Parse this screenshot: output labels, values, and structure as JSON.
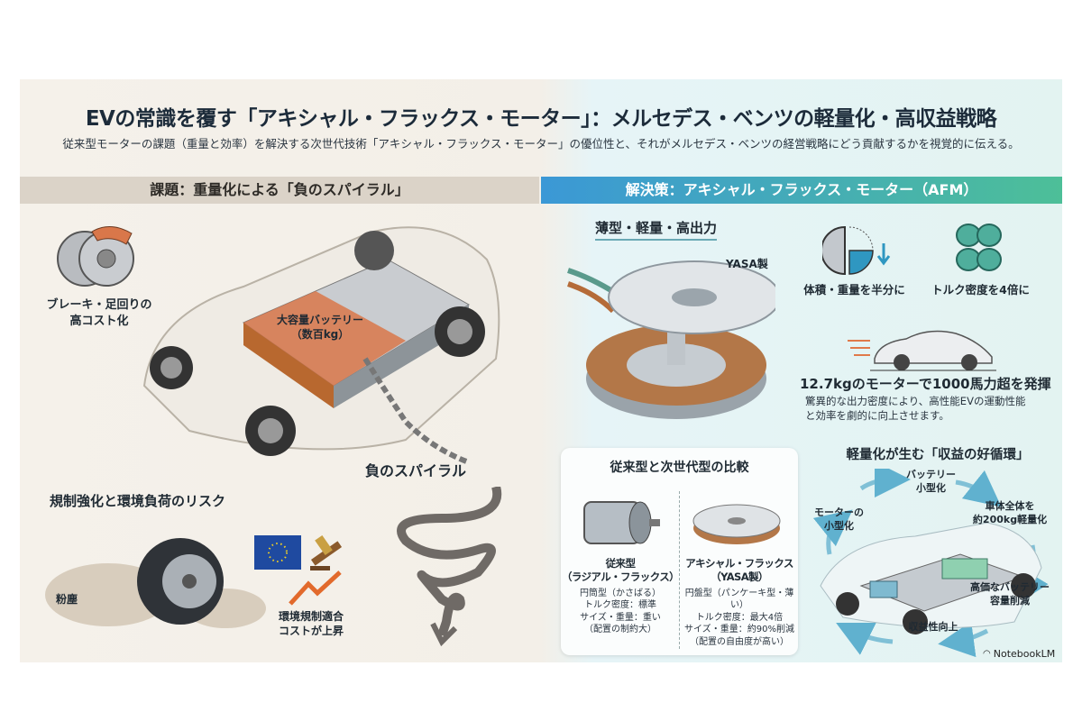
{
  "title": "EVの常識を覆す「アキシャル・フラックス・モーター」：メルセデス・ベンツの軽量化・高収益戦略",
  "subtitle": "従来型モーターの課題（重量と効率）を解決する次世代技術「アキシャル・フラックス・モーター」の優位性と、それがメルセデス・ベンツの経営戦略にどう貢献するかを視覚的に伝える。",
  "left": {
    "header": "課題：重量化による「負のスパイラル」",
    "brake_label": [
      "ブレーキ・足回りの",
      "高コスト化"
    ],
    "battery_label": [
      "大容量バッテリー",
      "（数百kg）"
    ],
    "spiral_label": "負のスパイラル",
    "risk_title": "規制強化と環境負荷のリスク",
    "dust_label": "粉塵",
    "cost_label": [
      "環境規制適合",
      "コストが上昇"
    ]
  },
  "right": {
    "header": "解決策：アキシャル・フラックス・モーター（AFM）",
    "motor_title": "薄型・軽量・高出力",
    "motor_maker": "YASA製",
    "volume_label": "体積・重量を半分に",
    "torque_label": "トルク密度を4倍に",
    "power_title": "12.7kgのモーターで1000馬力超を発揮",
    "power_desc": [
      "驚異的な出力密度により、高性能EVの運動性能",
      "と効率を劇的に向上させます。"
    ],
    "comparison": {
      "title": "従来型と次世代型の比較",
      "conventional": {
        "name": [
          "従来型",
          "（ラジアル・フラックス）"
        ],
        "specs": [
          "円筒型（かさばる）",
          "トルク密度：標準",
          "サイズ・重量：重い",
          "（配置の制約大）"
        ]
      },
      "axial": {
        "name": [
          "アキシャル・フラックス",
          "（YASA製）"
        ],
        "specs": [
          "円盤型（パンケーキ型・薄い）",
          "トルク密度：最大4倍",
          "サイズ・重量：約90%削減",
          "（配置の自由度が高い）"
        ]
      }
    },
    "cycle": {
      "title": "軽量化が生む「収益の好循環」",
      "steps": [
        [
          "モーターの",
          "小型化"
        ],
        [
          "バッテリー",
          "小型化"
        ],
        [
          "車体全体を",
          "約200kg軽量化"
        ],
        [
          "高価なバッテリー",
          "容量削減"
        ],
        [
          "収益性向上"
        ]
      ]
    },
    "brand": "NotebookLM"
  },
  "colors": {
    "accent_blue": "#3b98d6",
    "accent_green": "#4dbf98",
    "copper": "#d9774a",
    "left_bg": "#f3efe8",
    "right_bg": "#e4f3f3"
  }
}
